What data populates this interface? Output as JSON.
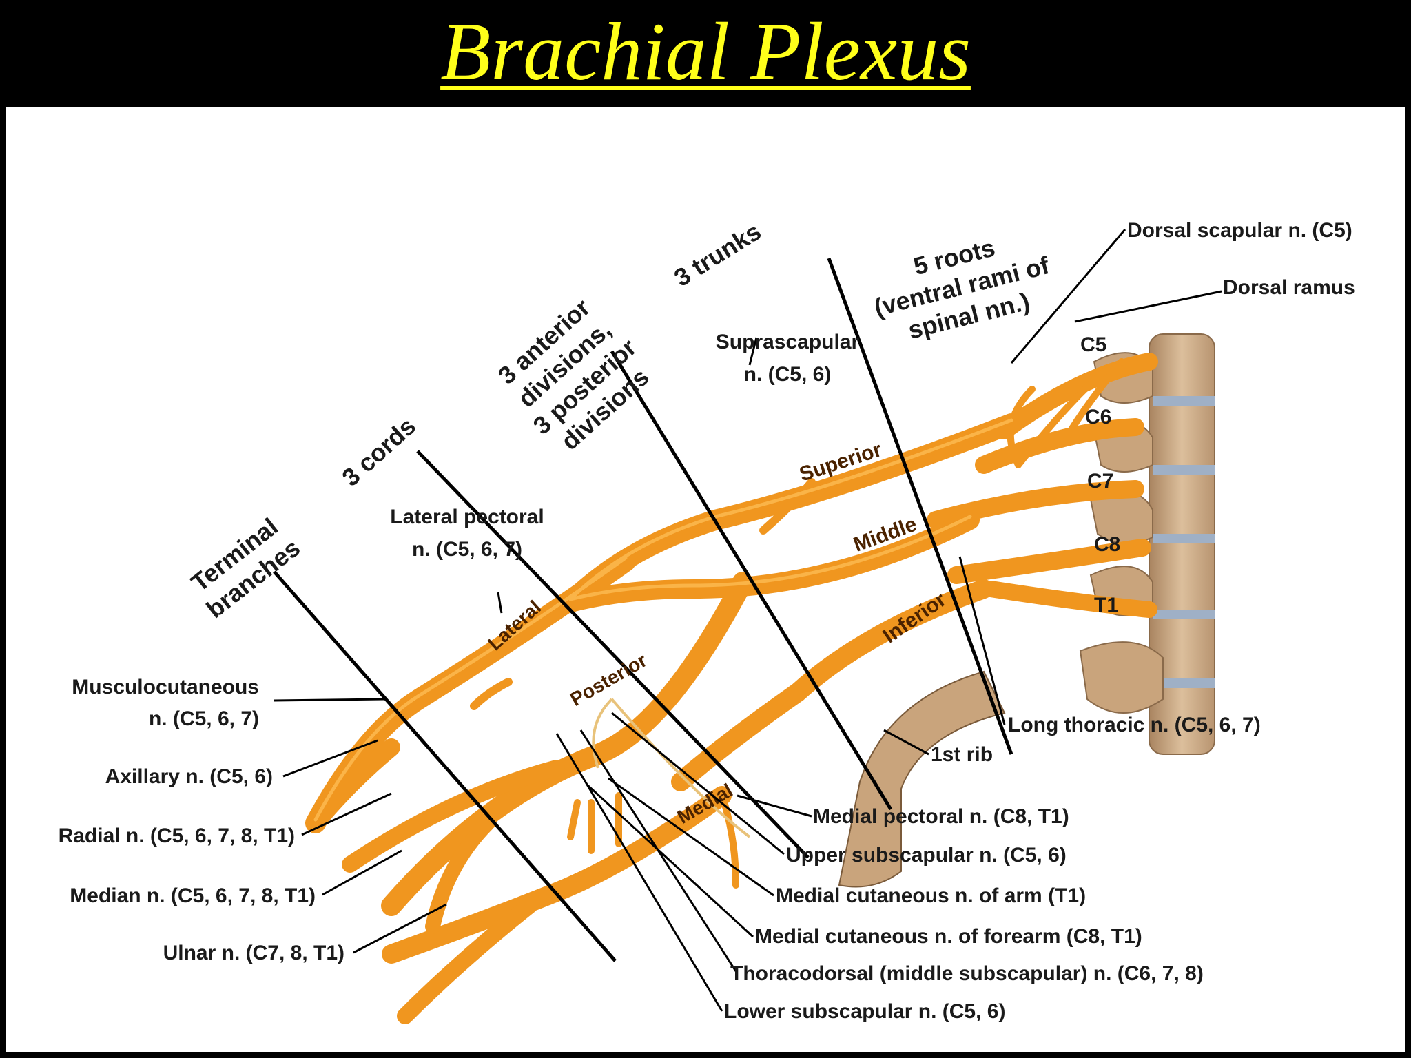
{
  "title": "Brachial Plexus",
  "colors": {
    "nerve": "#f0961f",
    "nerve_dark": "#b8650c",
    "nerve_light": "#ffc15a",
    "bone": "#c9a47c",
    "title": "#ffff1a"
  },
  "sections": {
    "roots_1": "5 roots",
    "roots_2": "(ventral rami of",
    "roots_3": "spinal nn.)",
    "trunks": "3 trunks",
    "divisions_1": "3 anterior",
    "divisions_2": "divisions,",
    "divisions_3": "3 posterior",
    "divisions_4": "divisions",
    "cords": "3 cords",
    "terminal_1": "Terminal",
    "terminal_2": "branches"
  },
  "trunks": {
    "superior": "Superior",
    "middle": "Middle",
    "inferior": "Inferior"
  },
  "cords": {
    "lateral": "Lateral",
    "posterior": "Posterior",
    "medial": "Medial"
  },
  "roots": [
    "C5",
    "C6",
    "C7",
    "C8",
    "T1"
  ],
  "labels": {
    "dorsal_scapular": "Dorsal scapular n. (C5)",
    "dorsal_ramus": "Dorsal ramus",
    "suprascapular_1": "Suprascapular",
    "suprascapular_2": "n. (C5, 6)",
    "lateral_pectoral_1": "Lateral pectoral",
    "lateral_pectoral_2": "n. (C5, 6, 7)",
    "musculocutaneous_1": "Musculocutaneous",
    "musculocutaneous_2": "n. (C5, 6, 7)",
    "axillary": "Axillary n. (C5, 6)",
    "radial": "Radial n. (C5, 6, 7, 8, T1)",
    "median": "Median n. (C5, 6, 7, 8, T1)",
    "ulnar": "Ulnar n. (C7, 8, T1)",
    "long_thoracic": "Long thoracic n. (C5, 6, 7)",
    "first_rib": "1st rib",
    "medial_pectoral": "Medial pectoral n. (C8, T1)",
    "upper_subscapular": "Upper subscapular n. (C5, 6)",
    "medial_cutaneous_arm": "Medial cutaneous n. of arm (T1)",
    "medial_cutaneous_forearm": "Medial cutaneous n. of forearm (C8, T1)",
    "thoracodorsal": "Thoracodorsal (middle subscapular) n. (C6, 7, 8)",
    "lower_subscapular": "Lower subscapular n. (C5, 6)"
  }
}
